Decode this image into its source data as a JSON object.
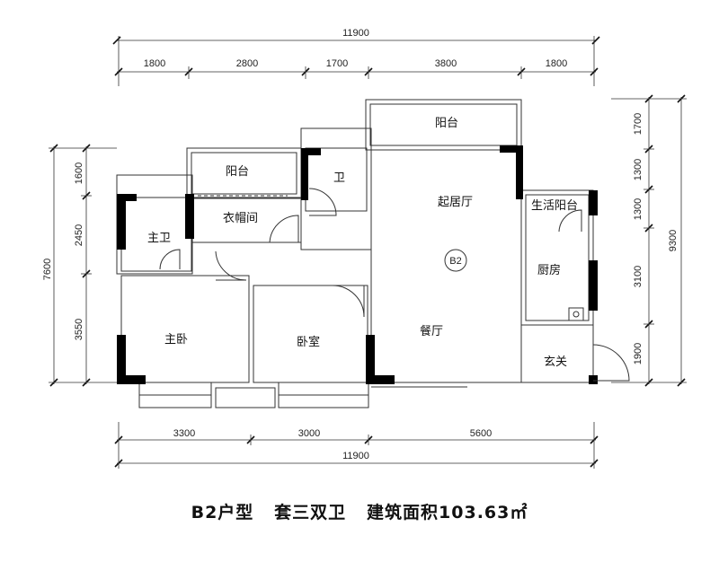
{
  "dimensions": {
    "top_total": "11900",
    "top_segments": [
      "1800",
      "2800",
      "1700",
      "3800",
      "1800"
    ],
    "bottom_segments": [
      "3300",
      "3000",
      "5600"
    ],
    "bottom_total": "11900",
    "left_outer": "7600",
    "left_inner": [
      "1600",
      "2450",
      "3550"
    ],
    "right_inner": [
      "1700",
      "1300",
      "1300",
      "3100",
      "1900"
    ],
    "right_outer": "9300"
  },
  "rooms": {
    "balcony_top": "阳台",
    "balcony_left": "阳台",
    "small_bath": "卫",
    "living_room": "起居厅",
    "service_balcony": "生活阳台",
    "master_bath": "主卫",
    "cloakroom": "衣帽间",
    "kitchen": "厨房",
    "master_bedroom": "主卧",
    "bedroom": "卧室",
    "dining_room": "餐厅",
    "entrance": "玄关",
    "unit_badge": "B2"
  },
  "caption": {
    "unit_type": "B2户型",
    "layout": "套三双卫",
    "area": "建筑面积103.63㎡"
  }
}
